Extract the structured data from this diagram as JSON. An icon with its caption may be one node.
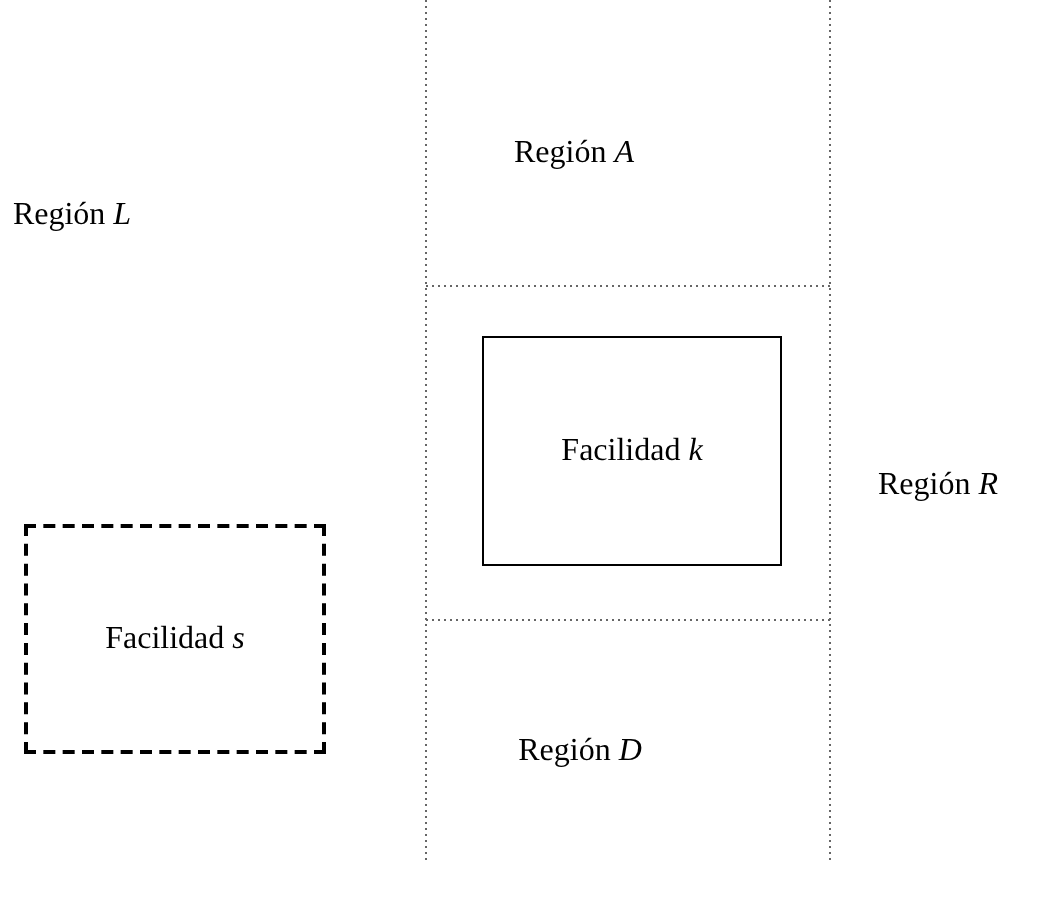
{
  "diagram": {
    "nodes": [
      {
        "text": [
          "Facilidad *k*"
        ]
      },
      {
        "text": [
          "Facilidad *s*"
        ]
      }
    ],
    "labels": [
      "Región *A*",
      "Región *L*",
      "Región *R*",
      "Región *D*"
    ]
  }
}
